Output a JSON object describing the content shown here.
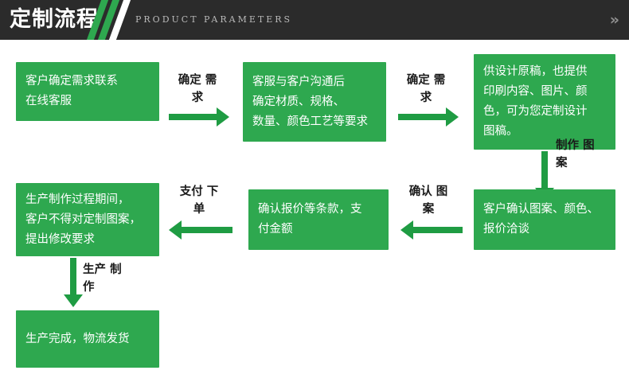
{
  "header": {
    "title": "定制流程",
    "subtitle": "PRODUCT PARAMETERS",
    "more_icon": "»",
    "bg_color": "#2b2b2b",
    "accent_color": "#2ea84f"
  },
  "flow": {
    "box_color": "#2ea84f",
    "arrow_color": "#1f9c43",
    "steps": [
      {
        "id": "step1",
        "lines": [
          "客户确定需求联系",
          "在线客服"
        ]
      },
      {
        "id": "step2",
        "lines": [
          "客服与客户沟通后",
          "确定材质、规格、",
          "数量、颜色工艺等要求"
        ]
      },
      {
        "id": "step3",
        "lines": [
          "供设计原稿，也提供",
          "印刷内容、图片、颜",
          "色，可为您定制设计",
          "图稿。"
        ]
      },
      {
        "id": "step4",
        "lines": [
          "客户确认图案、颜色、",
          "报价洽谈"
        ]
      },
      {
        "id": "step5",
        "lines": [
          "确认报价等条款，支",
          "付金额"
        ]
      },
      {
        "id": "step6",
        "lines": [
          "生产制作过程期间，",
          "客户不得对定制图案，",
          "提出修改要求"
        ]
      },
      {
        "id": "step7",
        "lines": [
          "生产完成，物流发货"
        ]
      }
    ],
    "connectors": [
      {
        "id": "c1",
        "direction": "right",
        "lines": [
          "确定",
          "需求"
        ]
      },
      {
        "id": "c2",
        "direction": "right",
        "lines": [
          "确定",
          "需求"
        ]
      },
      {
        "id": "c3",
        "direction": "down",
        "lines": [
          "制作",
          "图案"
        ]
      },
      {
        "id": "c4",
        "direction": "left",
        "lines": [
          "确认",
          "图案"
        ]
      },
      {
        "id": "c5",
        "direction": "left",
        "lines": [
          "支付",
          "下单"
        ]
      },
      {
        "id": "c6",
        "direction": "down",
        "lines": [
          "生产",
          "制作"
        ]
      }
    ]
  }
}
